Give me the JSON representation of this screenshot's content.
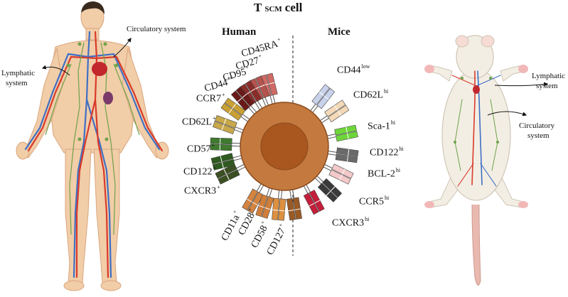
{
  "title": {
    "main": "T",
    "sub": "SCM",
    "rest": "cell"
  },
  "headers": {
    "left": "Human",
    "right": "Mice"
  },
  "human_figure": {
    "circulatory_label": "Circulatory system",
    "lymphatic_label_1": "Lymphatic",
    "lymphatic_label_2": "system"
  },
  "mouse_figure": {
    "lymphatic_label_1": "Lymphatic",
    "lymphatic_label_2": "system",
    "circulatory_label_1": "Circulatory",
    "circulatory_label_2": "system"
  },
  "human_markers": [
    {
      "name": "CD45RA",
      "sup": "+",
      "color": "#d06a64"
    },
    {
      "name": "CD27",
      "sup": "+",
      "color": "#b5544f"
    },
    {
      "name": "CD95",
      "sup": "+",
      "color": "#8a2d2a"
    },
    {
      "name": "CD44",
      "sup": "+/-",
      "color": "#6a1a18"
    },
    {
      "name": "CCR7",
      "sup": "+",
      "color": "#c9a033"
    },
    {
      "name": "CD62L",
      "sup": "+",
      "color": "#c8a84a"
    },
    {
      "name": "CD57",
      "sup": "+",
      "color": "#3f7a2e"
    },
    {
      "name": "CD122",
      "sup": "+",
      "color": "#2f5a1f"
    },
    {
      "name": "CXCR3",
      "sup": "+",
      "color": "#3b4f22"
    },
    {
      "name": "CD11a",
      "sup": "+",
      "color": "#d48440"
    },
    {
      "name": "CD28",
      "sup": "+",
      "color": "#cf7e3a"
    },
    {
      "name": "CD58",
      "sup": "+",
      "color": "#dd9040"
    },
    {
      "name": "CD127",
      "sup": "+",
      "color": "#9a5a25"
    }
  ],
  "mouse_markers": [
    {
      "name": "CD44",
      "sup": "low",
      "color": "#c8d2ea"
    },
    {
      "name": "CD62L",
      "sup": "hi",
      "color": "#f3d9b8"
    },
    {
      "name": "Sca-1",
      "sup": "hi",
      "color": "#6fd63a"
    },
    {
      "name": "CD122",
      "sup": "hi",
      "color": "#6a6a6a"
    },
    {
      "name": "BCL-2",
      "sup": "hi",
      "color": "#f3c9c9"
    },
    {
      "name": "CCR5",
      "sup": "hi",
      "color": "#3a3a3a"
    },
    {
      "name": "CXCR3",
      "sup": "hi",
      "color": "#c41e3a"
    }
  ],
  "colors": {
    "cell_outer": "#c47a3e",
    "cell_inner": "#a9561f",
    "skin": "#f1cda8",
    "artery": "#d93a2a",
    "vein": "#3f6fc4",
    "lymph": "#6ea34a",
    "mouse_body": "#f3eee4",
    "mouse_tail": "#e9b9b0"
  }
}
